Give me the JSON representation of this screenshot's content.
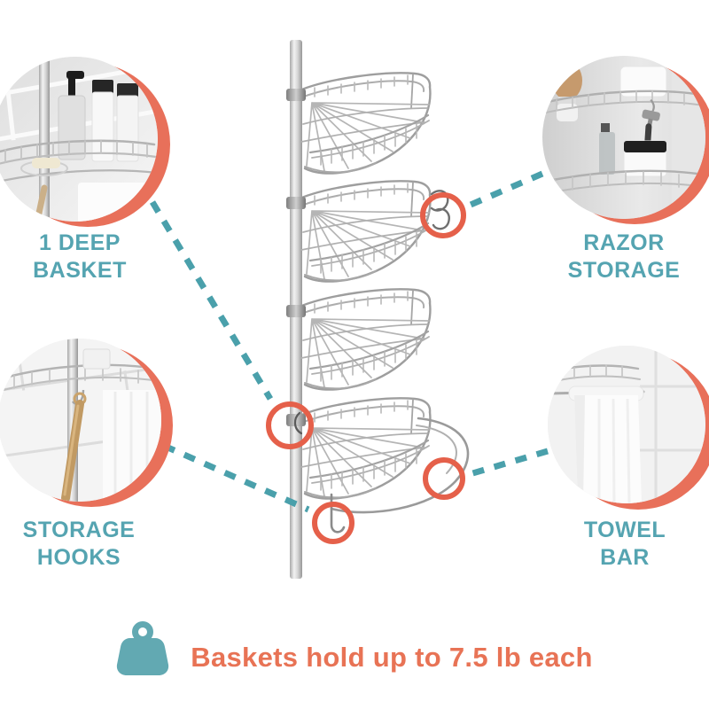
{
  "callouts": [
    {
      "id": "deep-basket",
      "label": "1 DEEP\nBASKET"
    },
    {
      "id": "razor-storage",
      "label": "RAZOR\nSTORAGE"
    },
    {
      "id": "storage-hooks",
      "label": "STORAGE\nHOOKS"
    },
    {
      "id": "towel-bar",
      "label": "TOWEL\nBAR"
    }
  ],
  "note": {
    "icon": "weight-icon",
    "text": "Baskets hold up to 7.5 lb each"
  },
  "colors": {
    "label_teal": "#55A4B1",
    "dash_teal": "#4AA0AB",
    "crescent_orange": "#E8705A",
    "highlight_orange": "#E5604A",
    "note_orange": "#E87355",
    "note_icon_teal": "#62A9B2"
  }
}
